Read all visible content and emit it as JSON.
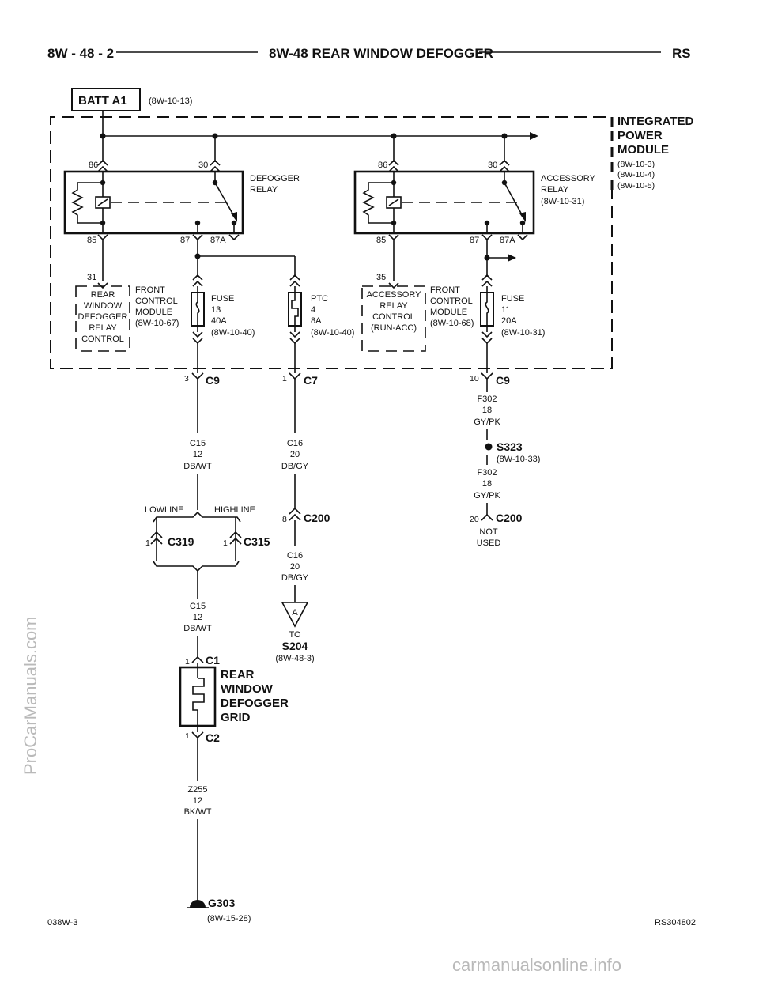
{
  "header": {
    "left": "8W - 48 - 2",
    "title": "8W-48 REAR WINDOW DEFOGGER",
    "right": "RS"
  },
  "batt": {
    "label": "BATT A1",
    "ref": "(8W-10-13)"
  },
  "ipm": {
    "line1": "INTEGRATED",
    "line2": "POWER",
    "line3": "MODULE",
    "refs": [
      "(8W-10-3)",
      "(8W-10-4)",
      "(8W-10-5)"
    ]
  },
  "defogger_relay": {
    "name1": "DEFOGGER",
    "name2": "RELAY",
    "pin86": "86",
    "pin30": "30",
    "pin85": "85",
    "pin87": "87",
    "pin87a": "87A"
  },
  "accessory_relay": {
    "name1": "ACCESSORY",
    "name2": "RELAY",
    "ref": "(8W-10-31)",
    "pin86": "86",
    "pin30": "30",
    "pin85": "85",
    "pin87": "87",
    "pin87a": "87A"
  },
  "fcm_left": {
    "pin": "31",
    "box": [
      "REAR",
      "WINDOW",
      "DEFOGGER",
      "RELAY",
      "CONTROL"
    ],
    "label": [
      "FRONT",
      "CONTROL",
      "MODULE",
      "(8W-10-67)"
    ]
  },
  "fcm_right": {
    "pin": "35",
    "box": [
      "ACCESSORY",
      "RELAY",
      "CONTROL",
      "(RUN-ACC)"
    ],
    "label": [
      "FRONT",
      "CONTROL",
      "MODULE",
      "(8W-10-68)"
    ]
  },
  "fuse13": [
    "FUSE",
    "13",
    "40A",
    "(8W-10-40)"
  ],
  "ptc4": [
    "PTC",
    "4",
    "8A",
    "(8W-10-40)"
  ],
  "fuse11": [
    "FUSE",
    "11",
    "20A",
    "(8W-10-31)"
  ],
  "connectors": {
    "c9a": {
      "pin": "3",
      "name": "C9"
    },
    "c7": {
      "pin": "1",
      "name": "C7"
    },
    "c9b": {
      "pin": "10",
      "name": "C9"
    },
    "c200a": {
      "pin": "8",
      "name": "C200"
    },
    "c200b": {
      "pin": "20",
      "name": "C200"
    },
    "c319": {
      "pin": "1",
      "name": "C319"
    },
    "c315": {
      "pin": "1",
      "name": "C315"
    },
    "c1": {
      "pin": "1",
      "name": "C1"
    },
    "c2": {
      "pin": "1",
      "name": "C2"
    }
  },
  "wires": {
    "c15_top": [
      "C15",
      "12",
      "DB/WT"
    ],
    "c16_top": [
      "C16",
      "20",
      "DB/GY"
    ],
    "f302_top": [
      "F302",
      "18",
      "GY/PK"
    ],
    "f302_bot": [
      "F302",
      "18",
      "GY/PK"
    ],
    "c16_bot": [
      "C16",
      "20",
      "DB/GY"
    ],
    "c15_bot": [
      "C15",
      "12",
      "DB/WT"
    ],
    "z255": [
      "Z255",
      "12",
      "BK/WT"
    ]
  },
  "lowline": "LOWLINE",
  "highline": "HIGHLINE",
  "splice_s323": {
    "name": "S323",
    "ref": "(8W-10-33)"
  },
  "not_used": [
    "NOT",
    "USED"
  ],
  "offpage": {
    "letter": "A",
    "to": "TO",
    "name": "S204",
    "ref": "(8W-48-3)"
  },
  "grid": [
    "REAR",
    "WINDOW",
    "DEFOGGER",
    "GRID"
  ],
  "ground": {
    "name": "G303",
    "ref": "(8W-15-28)"
  },
  "footer": {
    "left": "038W-3",
    "right": "RS304802"
  },
  "watermarks": {
    "side": "ProCarManuals.com",
    "bottom": "carmanualsonline.info"
  }
}
